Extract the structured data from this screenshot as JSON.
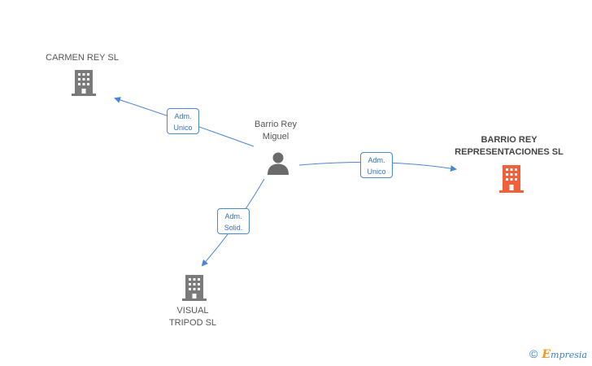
{
  "nodes": {
    "carmen": {
      "label": "CARMEN REY SL"
    },
    "person": {
      "label": "Barrio Rey\nMiguel"
    },
    "barrio": {
      "label": "BARRIO REY\nREPRESENTACIONES SL"
    },
    "visual": {
      "label": "VISUAL\nTRIPOD SL"
    }
  },
  "edges": {
    "to_carmen": {
      "label": "Adm.\nUnico"
    },
    "to_barrio": {
      "label": "Adm.\nUnico"
    },
    "to_visual": {
      "label": "Adm.\nSolid."
    }
  },
  "footer": {
    "copyright_symbol": "©",
    "brand_initial": "E",
    "brand_rest": "mpresia"
  },
  "colors": {
    "edge": "#4a86d6",
    "building_gray": "#7a7a7a",
    "building_highlight": "#f0603a",
    "person": "#6b6b6b"
  },
  "icons": {
    "company": "building-icon",
    "person": "person-icon"
  }
}
